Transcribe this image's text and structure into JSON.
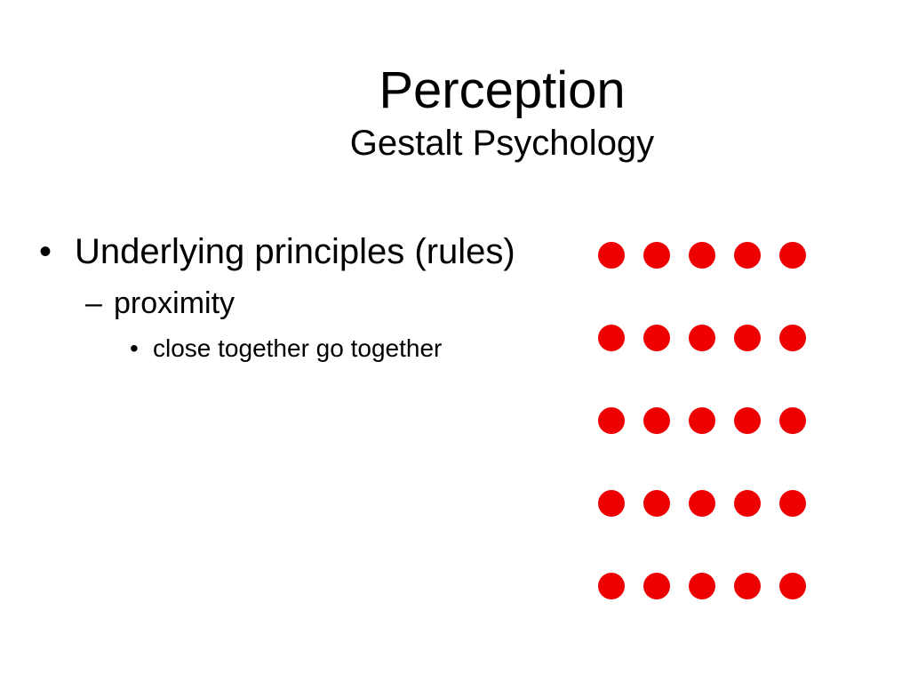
{
  "slide": {
    "title": "Perception",
    "subtitle": "Gestalt Psychology",
    "bullets": {
      "level1": {
        "marker": "•",
        "text": "Underlying principles (rules)"
      },
      "level2": {
        "marker": "–",
        "text": "proximity"
      },
      "level3": {
        "marker": "•",
        "text": "close together go together"
      }
    },
    "dot_grid": {
      "rows": 5,
      "columns": 5,
      "color": "#ee0000"
    }
  }
}
